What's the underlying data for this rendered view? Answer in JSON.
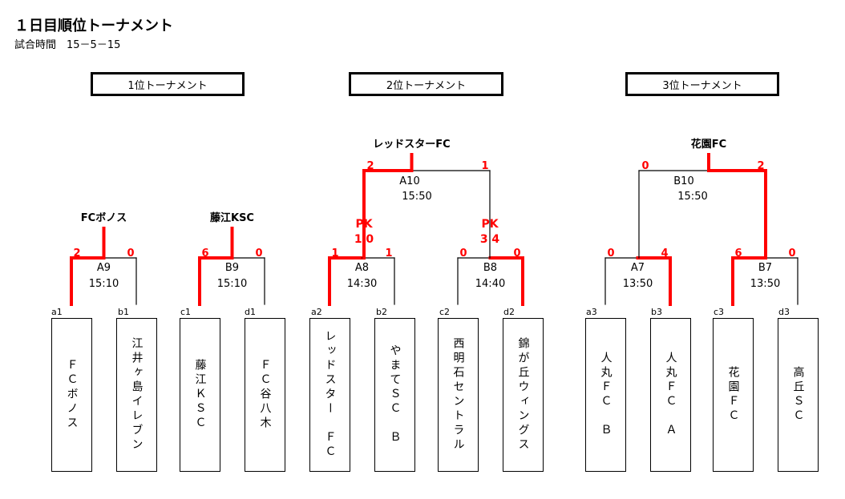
{
  "page": {
    "title": "１日目順位トーナメント",
    "subtitle": "試合時間　15－5－15"
  },
  "sections": [
    {
      "label": "1位トーナメント"
    },
    {
      "label": "2位トーナメント"
    },
    {
      "label": "3位トーナメント"
    }
  ],
  "teams": [
    {
      "slot": "a1",
      "name": "ＦＣボノス"
    },
    {
      "slot": "b1",
      "name": "江井ヶ島イレブン"
    },
    {
      "slot": "c1",
      "name": "藤江ＫＳＣ"
    },
    {
      "slot": "d1",
      "name": "ＦＣ谷八木"
    },
    {
      "slot": "a2",
      "name": "レッドスター　ＦＣ"
    },
    {
      "slot": "b2",
      "name": "やまてＳＣ　Ｂ"
    },
    {
      "slot": "c2",
      "name": "西明石セントラル"
    },
    {
      "slot": "d2",
      "name": "錦が丘ウィングス"
    },
    {
      "slot": "a3",
      "name": "人丸ＦＣ　Ｂ"
    },
    {
      "slot": "b3",
      "name": "人丸ＦＣ　Ａ"
    },
    {
      "slot": "c3",
      "name": "花園ＦＣ"
    },
    {
      "slot": "d3",
      "name": "高丘ＳＣ"
    }
  ],
  "matches": [
    {
      "id": "A9",
      "time": "15:10",
      "score_left": "2",
      "score_right": "0",
      "winner": "left",
      "winner_name": "FCボノス"
    },
    {
      "id": "B9",
      "time": "15:10",
      "score_left": "6",
      "score_right": "0",
      "winner": "left",
      "winner_name": "藤江KSC"
    },
    {
      "id": "A8",
      "time": "14:30",
      "score_left": "1",
      "score_right": "1",
      "winner": "left",
      "pk": "PK",
      "pk_score": "1 0"
    },
    {
      "id": "B8",
      "time": "14:40",
      "score_left": "0",
      "score_right": "0",
      "winner": "right",
      "pk": "PK",
      "pk_score": "3 4"
    },
    {
      "id": "A10",
      "time": "15:50",
      "score_left": "2",
      "score_right": "1",
      "winner": "left",
      "winner_name": "レッドスターFC"
    },
    {
      "id": "A7",
      "time": "13:50",
      "score_left": "0",
      "score_right": "4",
      "winner": "right"
    },
    {
      "id": "B7",
      "time": "13:50",
      "score_left": "6",
      "score_right": "0",
      "winner": "left"
    },
    {
      "id": "B10",
      "time": "15:50",
      "score_left": "0",
      "score_right": "2",
      "winner": "right",
      "winner_name": "花園FC"
    }
  ],
  "colors": {
    "highlight": "#ff0000",
    "line": "#000000"
  }
}
